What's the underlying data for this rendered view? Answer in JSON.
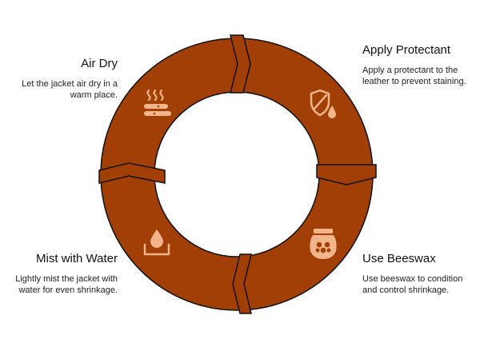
{
  "steps": [
    {
      "title": "Apply Protectant",
      "description": "Apply a protectant to the leather to prevent staining.",
      "icon": "shield-droplet-icon"
    },
    {
      "title": "Use Beeswax",
      "description": "Use beeswax to condition and control shrinkage.",
      "icon": "honey-jar-icon"
    },
    {
      "title": "Mist with Water",
      "description": "Lightly mist the jacket with water for even shrinkage.",
      "icon": "water-drop-basin-icon"
    },
    {
      "title": "Air Dry",
      "description": "Let the jacket air dry in a warm place.",
      "icon": "heat-waves-icon"
    }
  ],
  "colors": {
    "ring": "#A13F07",
    "ring_stroke": "#111111",
    "icon": "#F2B58B"
  }
}
